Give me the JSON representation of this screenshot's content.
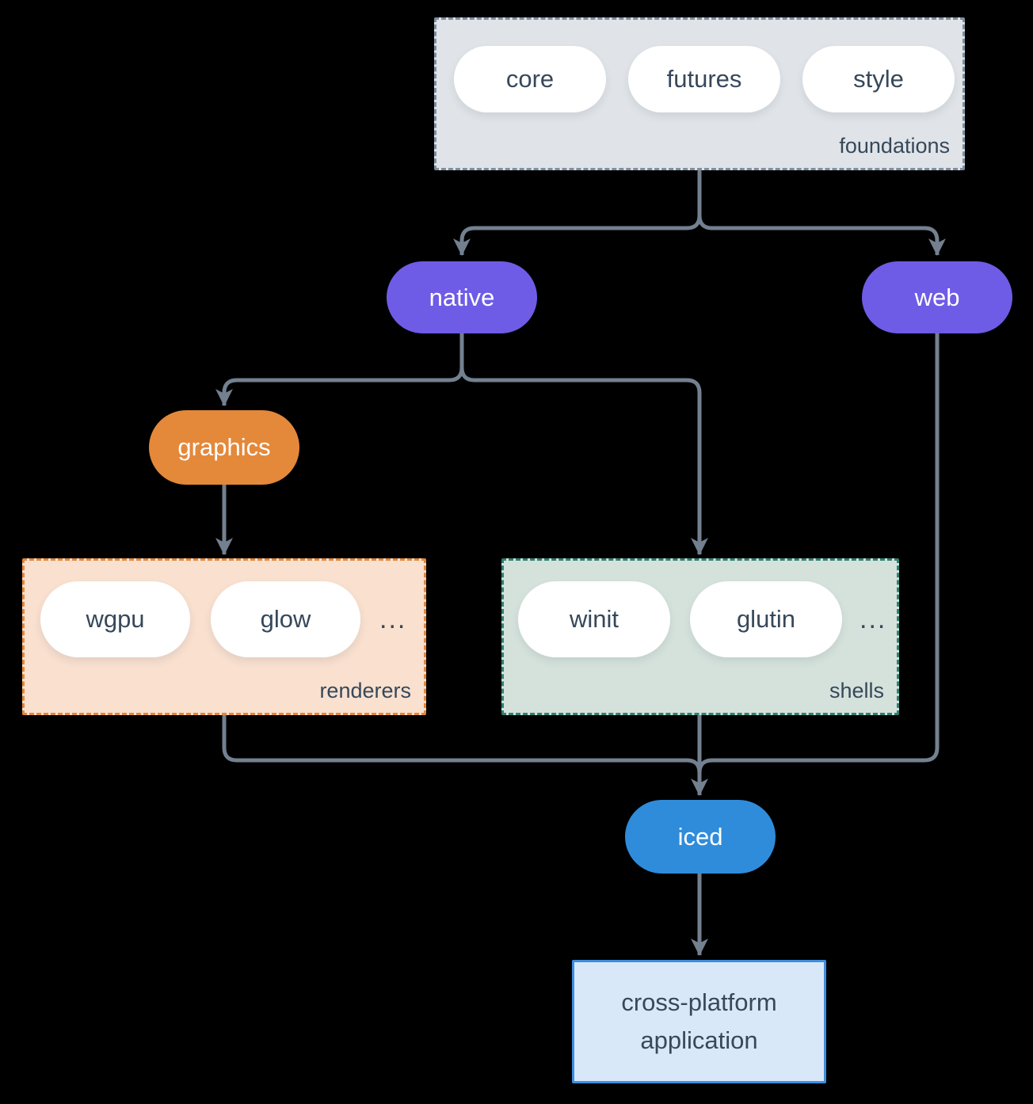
{
  "palette": {
    "background": "#000000",
    "line": "#73808F",
    "text_dark": "#36485A",
    "text_light": "#FFFFFF",
    "purple": "#6E5CE6",
    "orange": "#E4883A",
    "blue": "#2F8CDB",
    "foundations_fill": "#E0E4E8",
    "foundations_border": "#7D8FA0",
    "renderers_fill": "#F9E0CF",
    "renderers_border": "#E4883A",
    "shells_fill": "#D5E2DC",
    "shells_border": "#2F8172",
    "app_fill": "#D9E8F9",
    "app_border": "#3E8EDE",
    "pill_fill": "#FFFFFF"
  },
  "groups": {
    "foundations": {
      "label": "foundations",
      "items": [
        "core",
        "futures",
        "style"
      ]
    },
    "renderers": {
      "label": "renderers",
      "items": [
        "wgpu",
        "glow"
      ],
      "more": "..."
    },
    "shells": {
      "label": "shells",
      "items": [
        "winit",
        "glutin"
      ],
      "more": "..."
    }
  },
  "nodes": {
    "native": "native",
    "web": "web",
    "graphics": "graphics",
    "iced": "iced",
    "application": "cross-platform application"
  }
}
